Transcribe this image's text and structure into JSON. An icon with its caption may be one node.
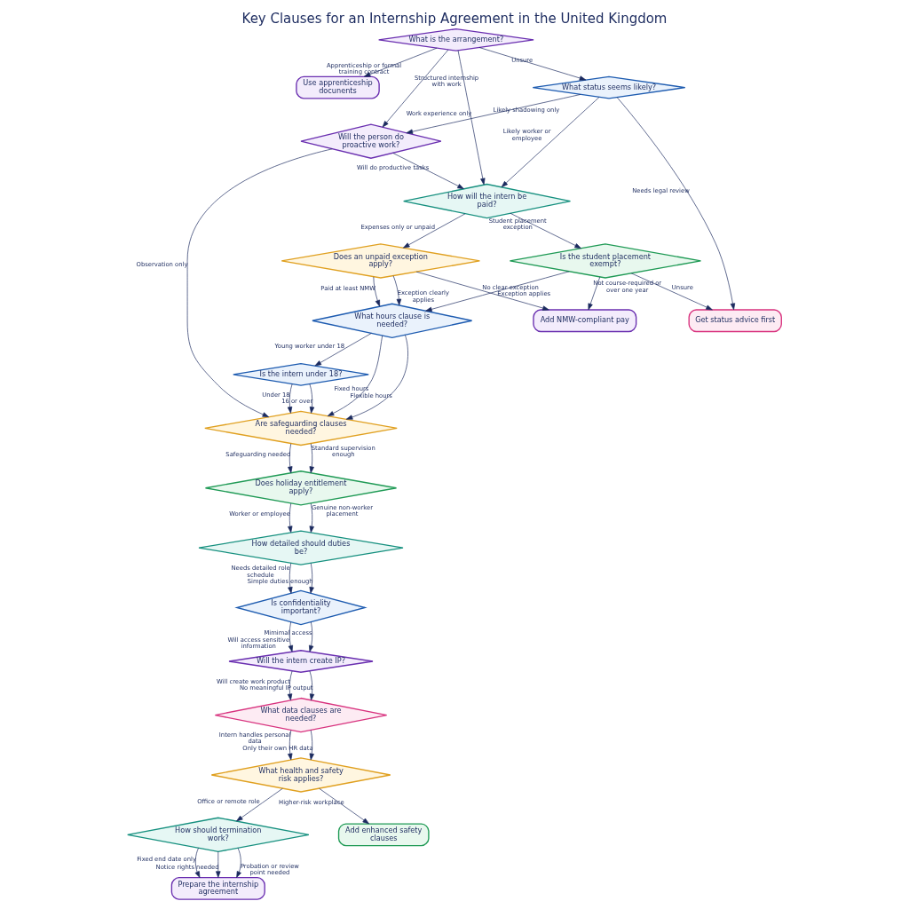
{
  "diagram": {
    "title": "Key Clauses for an Internship Agreement in the United Kingdom",
    "nodes": [
      {
        "text": [
          "What is the arrangement?"
        ]
      },
      {
        "text": [
          "Use apprenticeship docunents"
        ]
      },
      {
        "text": [
          "What status seems likely?"
        ]
      },
      {
        "text": [
          "Will the person do proactive work?"
        ]
      },
      {
        "text": [
          "How will the intern be paid?"
        ]
      },
      {
        "text": [
          "Does an unpaid exception apply?"
        ]
      },
      {
        "text": [
          "Is the student placement exempt?"
        ]
      },
      {
        "text": [
          "What hours clause is needed?"
        ]
      },
      {
        "text": [
          "Add NMW-compliant pay"
        ]
      },
      {
        "text": [
          "Get status advice first"
        ]
      },
      {
        "text": [
          "Is the intern under 18?"
        ]
      },
      {
        "text": [
          "Are safeguarding clauses needed?"
        ]
      },
      {
        "text": [
          "Does holiday entitlement apply?"
        ]
      },
      {
        "text": [
          "How detailed should duties be?"
        ]
      },
      {
        "text": [
          "Is confidentiality important?"
        ]
      },
      {
        "text": [
          "Will the intern create IP?"
        ]
      },
      {
        "text": [
          "What data clauses are needed?"
        ]
      },
      {
        "text": [
          "What health and safety risk applies?"
        ]
      },
      {
        "text": [
          "How should termination work?"
        ]
      },
      {
        "text": [
          "Add enhanced safety clauses"
        ]
      },
      {
        "text": [
          "Prepare the internship agreement"
        ]
      }
    ],
    "edges": [
      {
        "from": 0,
        "to": 4,
        "arrow": "to",
        "label": "Work experience only"
      },
      {
        "from": 0,
        "to": 3,
        "arrow": "to",
        "label": "Structured internship with work"
      },
      {
        "from": 0,
        "to": 1,
        "arrow": "to",
        "label": "Apprenticeship or formal training contract"
      },
      {
        "from": 0,
        "to": 2,
        "arrow": "to",
        "label": "Unsure"
      },
      {
        "from": 2,
        "to": 3,
        "arrow": "to",
        "label": "Likely shadowing only"
      },
      {
        "from": 2,
        "to": 4,
        "arrow": "to",
        "label": "Likely worker or employee"
      },
      {
        "from": 2,
        "to": 9,
        "arrow": "to",
        "label": "Needs legal review"
      },
      {
        "from": 3,
        "to": 4,
        "arrow": "to",
        "label": "Will do productive tasks"
      },
      {
        "from": 3,
        "to": 11,
        "arrow": "to",
        "label": "Observation only"
      },
      {
        "from": 4,
        "to": 5,
        "arrow": "to",
        "label": "Expenses only or unpaid"
      },
      {
        "from": 4,
        "to": 6,
        "arrow": "to",
        "label": "Student placement exception"
      },
      {
        "from": 5,
        "to": 7,
        "arrow": "to",
        "label": "Paid at least NMW"
      },
      {
        "from": 5,
        "to": 7,
        "arrow": "to",
        "label": "Exception clearly applies"
      },
      {
        "from": 5,
        "to": 8,
        "arrow": "to",
        "label": "No clear exception"
      },
      {
        "from": 6,
        "to": 7,
        "arrow": "to",
        "label": "Exception applies"
      },
      {
        "from": 6,
        "to": 8,
        "arrow": "to",
        "label": "Not course-required or over one year"
      },
      {
        "from": 6,
        "to": 9,
        "arrow": "to",
        "label": "Unsure"
      },
      {
        "from": 7,
        "to": 10,
        "arrow": "to",
        "label": "Young worker under 18"
      },
      {
        "from": 7,
        "to": 11,
        "arrow": "to",
        "label": "Fixed hours"
      },
      {
        "from": 7,
        "to": 11,
        "arrow": "to",
        "label": "Flexible hours"
      },
      {
        "from": 10,
        "to": 11,
        "arrow": "to",
        "label": "Under 18"
      },
      {
        "from": 10,
        "to": 11,
        "arrow": "to",
        "label": "16 or over"
      },
      {
        "from": 11,
        "to": 12,
        "arrow": "to",
        "label": "Safeguarding needed"
      },
      {
        "from": 11,
        "to": 12,
        "arrow": "to",
        "label": "Standard supervision enough"
      },
      {
        "from": 12,
        "to": 13,
        "arrow": "to",
        "label": "Worker or employee"
      },
      {
        "from": 12,
        "to": 13,
        "arrow": "to",
        "label": "Genuine non-worker placement"
      },
      {
        "from": 13,
        "to": 14,
        "arrow": "to",
        "label": "Needs detailed role schedule"
      },
      {
        "from": 13,
        "to": 14,
        "arrow": "to",
        "label": "Simple duties enough"
      },
      {
        "from": 14,
        "to": 15,
        "arrow": "to",
        "label": "Will access sensitive information"
      },
      {
        "from": 14,
        "to": 15,
        "arrow": "to",
        "label": "Mimimal access"
      },
      {
        "from": 15,
        "to": 16,
        "arrow": "to",
        "label": "Will create work product"
      },
      {
        "from": 15,
        "to": 16,
        "arrow": "to",
        "label": "No meaningful IP output"
      },
      {
        "from": 16,
        "to": 17,
        "arrow": "to",
        "label": "Intern handles personal data"
      },
      {
        "from": 16,
        "to": 17,
        "arrow": "to",
        "label": "Only their own HR data"
      },
      {
        "from": 17,
        "to": 18,
        "arrow": "to",
        "label": "Office or remote role"
      },
      {
        "from": 17,
        "to": 19,
        "arrow": "to",
        "label": "Higher-risk workplace"
      },
      {
        "from": 18,
        "to": 20,
        "arrow": "to",
        "label": "Fixed end date only"
      },
      {
        "from": 18,
        "to": 20,
        "arrow": "to",
        "label": "Notice rights needed"
      },
      {
        "from": 18,
        "to": 20,
        "arrow": "to",
        "label": "Probation or review point needed"
      }
    ]
  }
}
